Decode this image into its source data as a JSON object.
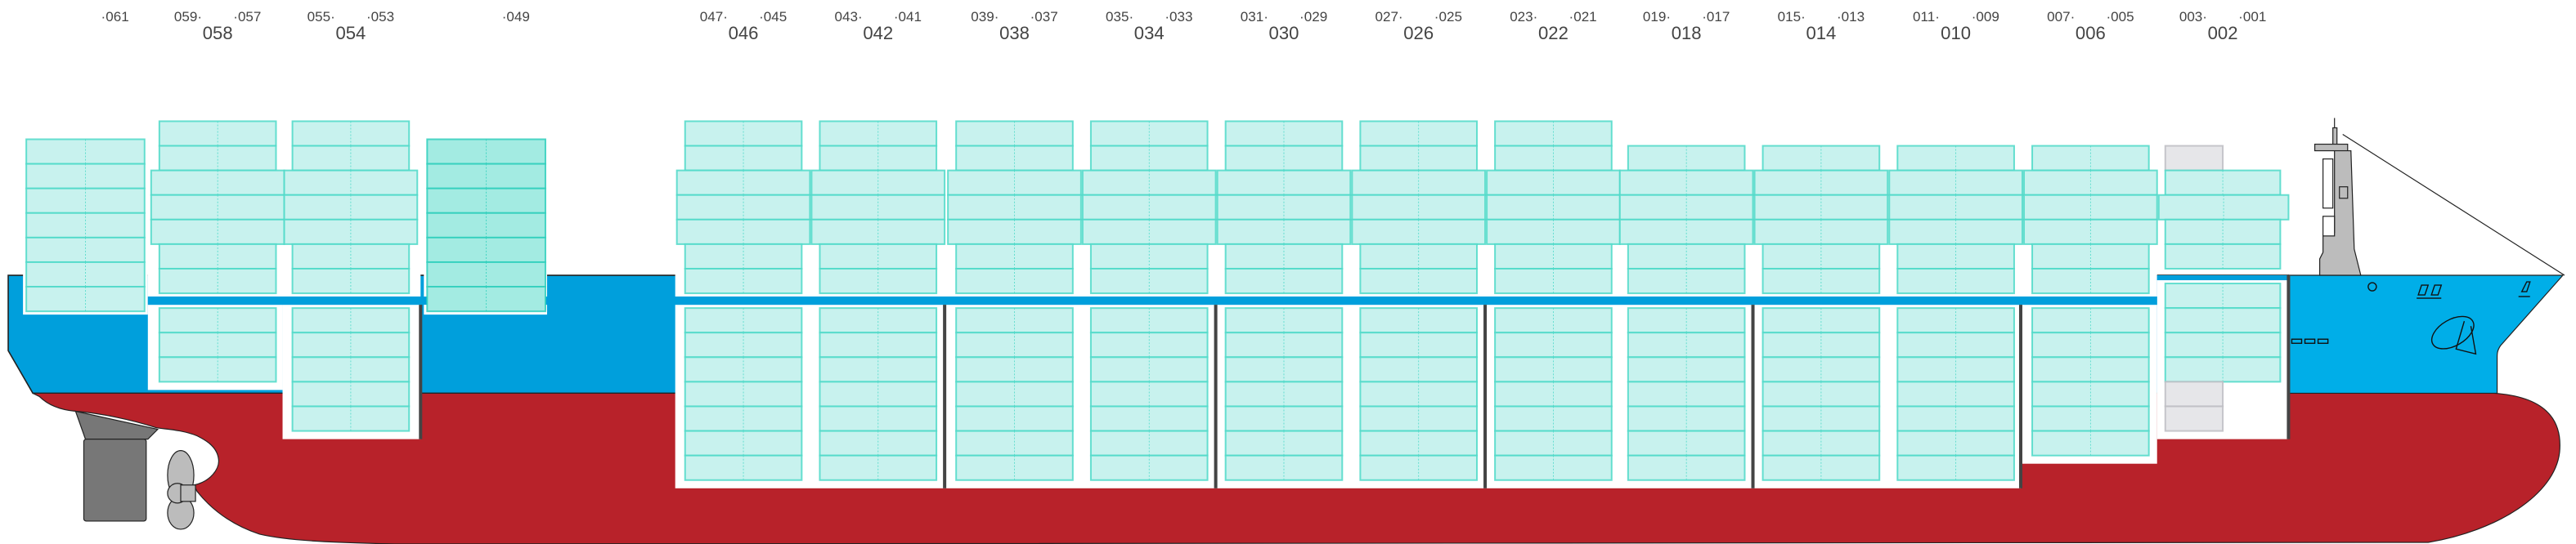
{
  "colors": {
    "container_fill": "#c8f2ee",
    "container_stroke": "#4dd9c8",
    "container_selected_fill": "#a3ebe2",
    "container_selected_stroke": "#2fcfbc",
    "empty_slot_fill": "#e6e6e9",
    "empty_slot_stroke": "#bdbdc3",
    "hull_upper": "#009fdc",
    "hull_bow": "#00aee8",
    "hull_lower": "#b8222a",
    "bulkhead": "#444444",
    "machinery": "#bcbcbc"
  },
  "single_bays": [
    {
      "label": "·061",
      "deck_tiers": 7,
      "selected": false
    },
    {
      "label": "·049",
      "deck_tiers": 7,
      "selected": true
    }
  ],
  "bays": [
    {
      "name": "058",
      "aft": "059·",
      "fwd": "·057",
      "deck_tiers": 7,
      "hold_tiers": 3
    },
    {
      "name": "054",
      "aft": "055·",
      "fwd": "·053",
      "deck_tiers": 7,
      "hold_tiers": 5
    },
    {
      "name": "046",
      "aft": "047·",
      "fwd": "·045",
      "deck_tiers": 7,
      "hold_tiers": 7
    },
    {
      "name": "042",
      "aft": "043·",
      "fwd": "·041",
      "deck_tiers": 7,
      "hold_tiers": 7
    },
    {
      "name": "038",
      "aft": "039·",
      "fwd": "·037",
      "deck_tiers": 7,
      "hold_tiers": 7
    },
    {
      "name": "034",
      "aft": "035·",
      "fwd": "·033",
      "deck_tiers": 7,
      "hold_tiers": 7
    },
    {
      "name": "030",
      "aft": "031·",
      "fwd": "·029",
      "deck_tiers": 7,
      "hold_tiers": 7
    },
    {
      "name": "026",
      "aft": "027·",
      "fwd": "·025",
      "deck_tiers": 7,
      "hold_tiers": 7
    },
    {
      "name": "022",
      "aft": "023·",
      "fwd": "·021",
      "deck_tiers": 7,
      "hold_tiers": 7
    },
    {
      "name": "018",
      "aft": "019·",
      "fwd": "·017",
      "deck_tiers": 6,
      "hold_tiers": 7
    },
    {
      "name": "014",
      "aft": "015·",
      "fwd": "·013",
      "deck_tiers": 6,
      "hold_tiers": 7
    },
    {
      "name": "010",
      "aft": "011·",
      "fwd": "·009",
      "deck_tiers": 6,
      "hold_tiers": 7
    },
    {
      "name": "006",
      "aft": "007·",
      "fwd": "·005",
      "deck_tiers": 6,
      "hold_tiers": 6
    },
    {
      "name": "002",
      "aft": "003·",
      "fwd": "·001",
      "deck_tiers": 4,
      "hold_tiers": 4
    }
  ]
}
